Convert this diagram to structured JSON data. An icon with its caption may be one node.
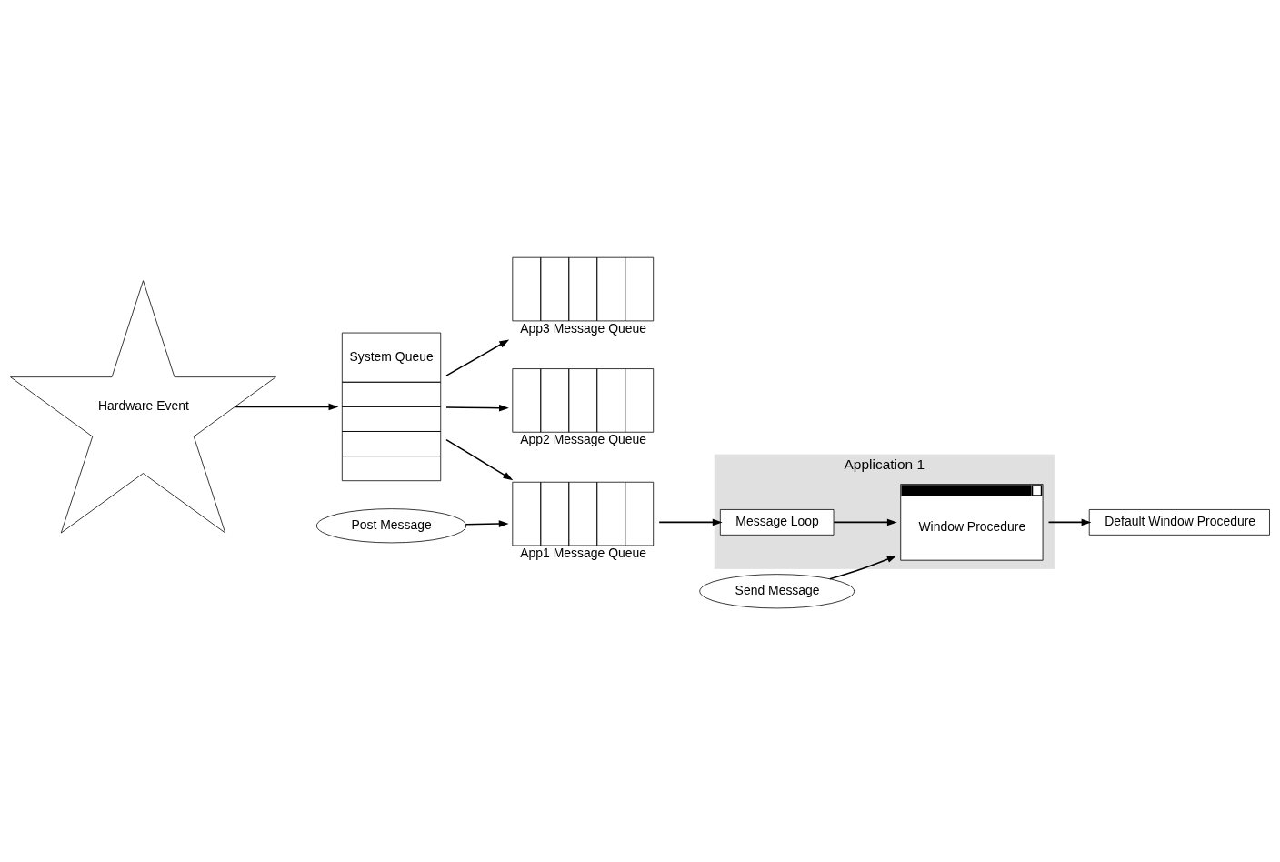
{
  "diagram": {
    "nodes": [
      {
        "text": [
          "Hardware Event"
        ]
      },
      {
        "text": [
          "System Queue"
        ]
      },
      {
        "text": [],
        "shape": "box",
        "beside": [
          "App3 Message Queue"
        ]
      },
      {
        "text": [],
        "shape": "box",
        "beside": [
          "App2 Message Queue"
        ]
      },
      {
        "text": [],
        "shape": "box",
        "beside": [
          "App1 Message Queue"
        ]
      },
      {
        "text": [
          "Post Message"
        ]
      },
      {
        "text": [
          "Application 1"
        ]
      },
      {
        "text": [
          "Message Loop"
        ],
        "in": 6
      },
      {
        "text": [
          "Window Procedure"
        ],
        "in": 6
      },
      {
        "text": [
          "Send Message"
        ]
      },
      {
        "text": [
          "Default Window Procedure"
        ]
      }
    ],
    "edges": [
      {
        "from": 0,
        "to": 1,
        "arrow": "to"
      },
      {
        "from": 1,
        "to": 2,
        "arrow": "to"
      },
      {
        "from": 1,
        "to": 3,
        "arrow": "to"
      },
      {
        "from": 1,
        "to": 4,
        "arrow": "to"
      },
      {
        "from": 5,
        "to": 4,
        "arrow": "to"
      },
      {
        "from": 4,
        "to": 7,
        "arrow": "to"
      },
      {
        "from": 7,
        "to": 8,
        "arrow": "to"
      },
      {
        "from": 9,
        "to": 8,
        "arrow": "to"
      },
      {
        "from": 8,
        "to": 10,
        "arrow": "to"
      }
    ]
  }
}
